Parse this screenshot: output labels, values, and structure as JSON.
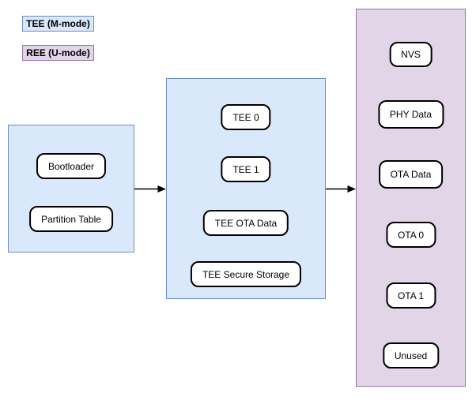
{
  "colors": {
    "tee_fill": "#dae8fc",
    "tee_border": "#6c8ebf",
    "ree_fill": "#e1d5e7",
    "ree_border": "#9673a6",
    "edge": "#000000",
    "node_fill": "#ffffff",
    "node_border": "#000000"
  },
  "legend": {
    "items": [
      {
        "label": "TEE (M-mode)",
        "mode": "TEE"
      },
      {
        "label": "REE (U-mode)",
        "mode": "REE"
      }
    ]
  },
  "groups": [
    {
      "id": "bootloader-group",
      "mode": "TEE",
      "nodes": [
        "Bootloader",
        "Partition Table"
      ]
    },
    {
      "id": "tee-group",
      "mode": "TEE",
      "nodes": [
        "TEE 0",
        "TEE 1",
        "TEE OTA Data",
        "TEE Secure Storage"
      ]
    },
    {
      "id": "ree-group",
      "mode": "REE",
      "nodes": [
        "NVS",
        "PHY Data",
        "OTA Data",
        "OTA 0",
        "OTA 1",
        "Unused"
      ]
    }
  ],
  "edges": [
    {
      "from": "bootloader-group",
      "to": "tee-group"
    },
    {
      "from": "tee-group",
      "to": "ree-group"
    }
  ]
}
